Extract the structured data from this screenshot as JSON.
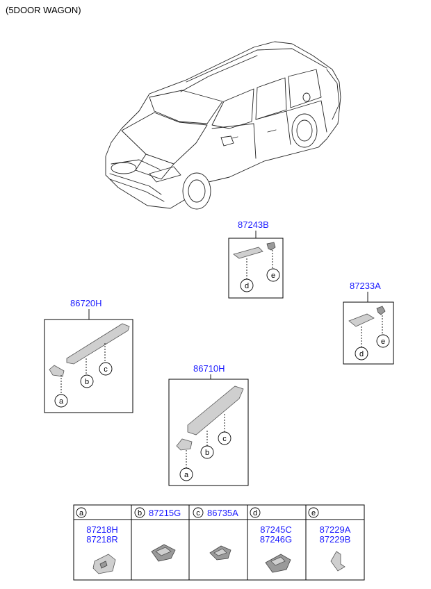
{
  "title": "(5DOOR WAGON)",
  "colors": {
    "part_number": "#1a1aff",
    "line": "#000000",
    "part_fill": "#cfcfcf"
  },
  "callouts": {
    "p87243B": {
      "pn": "87243B",
      "labels": [
        "d",
        "e"
      ]
    },
    "p87233A": {
      "pn": "87233A",
      "labels": [
        "d",
        "e"
      ]
    },
    "p86720H": {
      "pn": "86720H",
      "labels": [
        "a",
        "b",
        "c"
      ]
    },
    "p86710H": {
      "pn": "86710H",
      "labels": [
        "a",
        "b",
        "c"
      ]
    }
  },
  "table": {
    "columns": [
      {
        "key": "a",
        "header_pn": "",
        "parts": [
          "87218H",
          "87218R"
        ]
      },
      {
        "key": "b",
        "header_pn": "87215G",
        "parts": []
      },
      {
        "key": "c",
        "header_pn": "86735A",
        "parts": []
      },
      {
        "key": "d",
        "header_pn": "",
        "parts": [
          "87245C",
          "87246G"
        ]
      },
      {
        "key": "e",
        "header_pn": "",
        "parts": [
          "87229A",
          "87229B"
        ]
      }
    ]
  }
}
